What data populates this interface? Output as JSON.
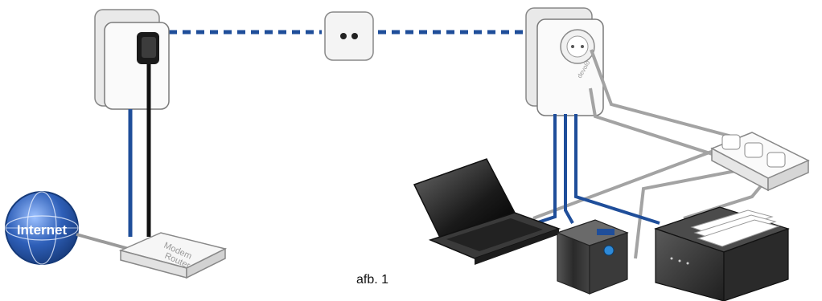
{
  "caption": "afb. 1",
  "internet_label": "Internet",
  "router_label_line1": "Modem",
  "router_label_line2": "Router",
  "adapter_brand": "devolo",
  "colors": {
    "lan_cable": "#1f4e9a",
    "power_cable": "#9a9a9a",
    "dotted_powerline": "#1f4e9a",
    "black_cable": "#111111",
    "globe": "#2e5fb8"
  }
}
